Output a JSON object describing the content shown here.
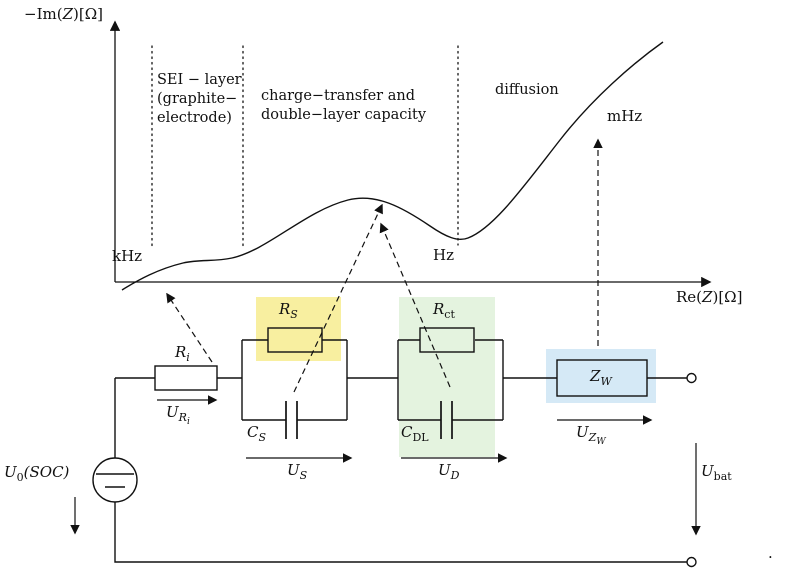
{
  "figure": {
    "corner_dot": "."
  },
  "plot": {
    "y_axis_label": {
      "pre": "−Im(",
      "var": "Z",
      "post": ")[Ω]"
    },
    "x_axis_label": {
      "pre": "Re(",
      "var": "Z",
      "post": ")[Ω]"
    },
    "regions": {
      "sei_line1": "SEI − layer",
      "sei_line2": "(graphite−",
      "sei_line3": "electrode)",
      "ct_line1": "charge−transfer and",
      "ct_line2": "double−layer capacity",
      "diffusion": "diffusion"
    },
    "freq": {
      "khz": "kHz",
      "hz": "Hz",
      "mhz": "mHz"
    }
  },
  "circuit": {
    "source_label": {
      "base": "U",
      "sub": "0",
      "rest": "(SOC)"
    },
    "r_internal": {
      "base": "R",
      "sub": "i"
    },
    "u_r_internal": {
      "base": "U",
      "sub": "R",
      "subsub": "i"
    },
    "r_sei": {
      "base": "R",
      "sub": "S"
    },
    "c_sei": {
      "base": "C",
      "sub": "S"
    },
    "u_sei": {
      "base": "U",
      "sub": "S"
    },
    "r_charge_transfer": {
      "base": "R",
      "sub": "ct"
    },
    "c_double_layer": {
      "base": "C",
      "sub": "DL"
    },
    "u_double_layer": {
      "base": "U",
      "sub": "D"
    },
    "z_warburg": {
      "base": "Z",
      "sub": "W"
    },
    "u_warburg": {
      "base": "U",
      "sub": "Z",
      "subsub": "W"
    },
    "u_battery": {
      "base": "U",
      "sub": "bat"
    }
  },
  "colors": {
    "highlight_yellow": "#f8efa0",
    "highlight_green": "#e4f3df",
    "highlight_blue": "#d5e9f6",
    "line": "#111111"
  }
}
